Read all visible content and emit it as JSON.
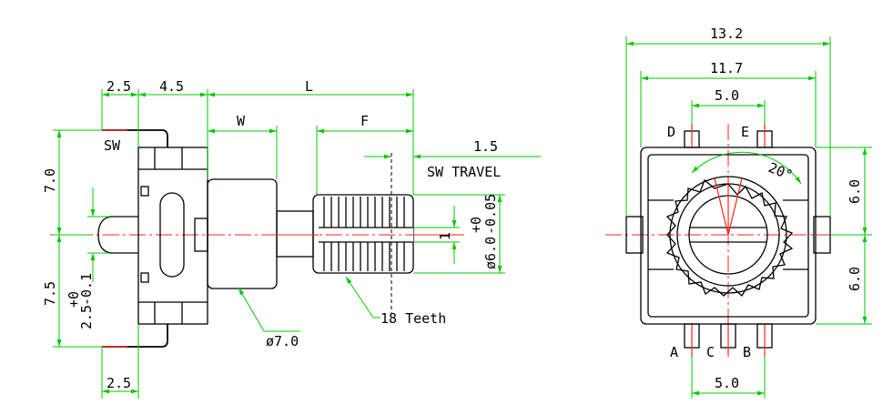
{
  "side_view": {
    "dim_2_5_top": "2.5",
    "dim_4_5": "4.5",
    "dim_L": "L",
    "dim_W": "W",
    "dim_F": "F",
    "dim_1_5": "1.5",
    "sw_travel": "SW TRAVEL",
    "sw": "SW",
    "dim_7_0": "7.0",
    "dim_7_5": "7.5",
    "dim_2_5_tol": "2.5",
    "tol_2_5_plus": "+0",
    "tol_2_5_minus": "-0.1",
    "dim_1": "1",
    "dim_6_0_dia": "ø6.0",
    "tol_6_plus": "+0",
    "tol_6_minus": "-0.05",
    "dim_7_0_dia": "ø7.0",
    "teeth": "18 Teeth",
    "dim_2_5_bottom": "2.5"
  },
  "front_view": {
    "dim_13_2": "13.2",
    "dim_11_7": "11.7",
    "dim_5_0_top": "5.0",
    "pin_D": "D",
    "pin_E": "E",
    "angle_20": "20°",
    "dim_6_0_upper": "6.0",
    "dim_6_0_lower": "6.0",
    "pin_A": "A",
    "pin_C": "C",
    "pin_B": "B",
    "dim_5_0_bottom": "5.0"
  }
}
